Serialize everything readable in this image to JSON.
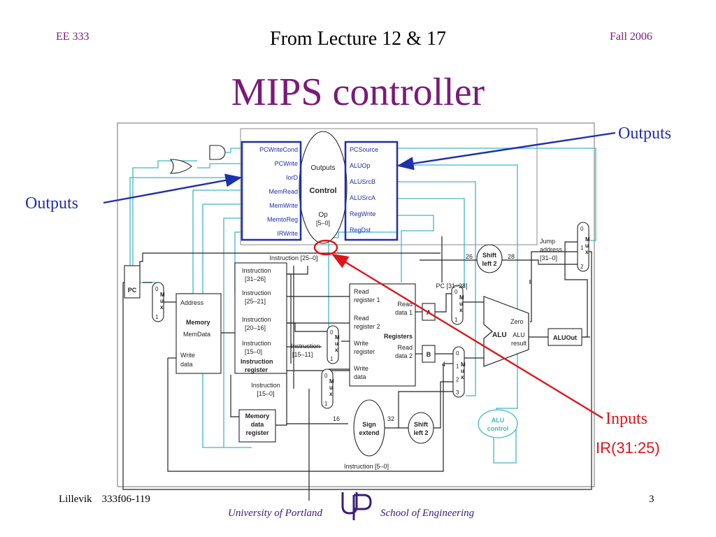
{
  "header": {
    "course": "EE 333",
    "subtitle": "From Lecture 12 & 17",
    "semester": "Fall 2006",
    "title": "MIPS controller"
  },
  "control_unit": {
    "label_outputs": "Outputs",
    "label_control": "Control",
    "label_op": "Op",
    "label_op_bits": "[5–0]",
    "left_signals": [
      "PCWriteCond",
      "PCWrite",
      "IorD",
      "MemRead",
      "MemWrite",
      "MemtoReg",
      "IRWrite"
    ],
    "right_signals": [
      "PCSource",
      "ALUOp",
      "ALUSrcB",
      "ALUSrcA",
      "RegWrite",
      "RegDst"
    ]
  },
  "datapath": {
    "pc": "PC",
    "memory": {
      "address": "Address",
      "title": "Memory",
      "memdata": "MemData",
      "write": "Write",
      "data": "data"
    },
    "ir_fields": [
      [
        "Instruction",
        "[31–26]"
      ],
      [
        "Instruction",
        "[25–21]"
      ],
      [
        "Instruction",
        "[20–16]"
      ],
      [
        "Instruction",
        "[15–0]"
      ]
    ],
    "ir_label": [
      "Instruction",
      "register"
    ],
    "ir_15_0": [
      "Instruction",
      "[15–0]"
    ],
    "ir_15_11": [
      "Instruction",
      "[15–11]"
    ],
    "ir_25_0": "Instruction [25–0]",
    "ir_5_0": "Instruction [5–0]",
    "mdr": [
      "Memory",
      "data",
      "register"
    ],
    "registers": {
      "read1": [
        "Read",
        "register 1"
      ],
      "read2": [
        "Read",
        "register 2"
      ],
      "write_reg": [
        "Write",
        "register"
      ],
      "write_data": [
        "Write",
        "data"
      ],
      "rdata1": [
        "Read",
        "data 1"
      ],
      "rdata2": [
        "Read",
        "data 2"
      ],
      "title": "Registers"
    },
    "reg_a": "A",
    "reg_b": "B",
    "sign_extend": [
      "Sign",
      "extend"
    ],
    "shift_left2": [
      "Shift",
      "left 2"
    ],
    "shift_top": [
      "Shift",
      "left 2"
    ],
    "alu": "ALU",
    "zero": "Zero",
    "alu_result": [
      "ALU",
      "result"
    ],
    "aluout": "ALUOut",
    "alu_control": [
      "ALU",
      "control"
    ],
    "jump": [
      "Jump",
      "address",
      "[31–0]"
    ],
    "pc_bits": "PC [31–28]",
    "mux_letters": [
      "M",
      "u",
      "x"
    ],
    "bits_26": "26",
    "bits_28": "28",
    "bits_16": "16",
    "bits_32": "32",
    "const_4": "4"
  },
  "annotations": {
    "outputs_right": "Outputs",
    "outputs_left": "Outputs",
    "inputs": "Inputs",
    "inputs_sub": "IR(31:25)"
  },
  "colors": {
    "title": "#7a1a7a",
    "callout_blue": "#1f2fae",
    "callout_red": "#e0141a",
    "wire_cyan": "#3fb7c9",
    "wire_black": "#222222"
  },
  "footer": {
    "author": "Lillevik",
    "code": "333f06-119",
    "university": "University of Portland",
    "school": "School of Engineering",
    "page": "3"
  }
}
